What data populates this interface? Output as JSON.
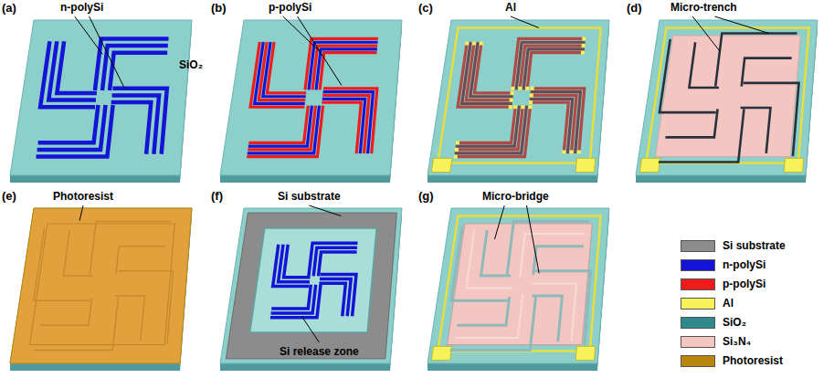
{
  "diagram": {
    "labels": [
      "(a)",
      "n-polySi",
      "SiO₂",
      "(b)",
      "p-polySi",
      "(c)",
      "Al",
      "(d)",
      "Micro-trench",
      "(e)",
      "Photoresist",
      "(f)",
      "Si substrate",
      "Si release zone",
      "(g)",
      "Micro-bridge"
    ],
    "legend": [
      {
        "text": "Si substrate",
        "color": "#8c8c8c"
      },
      {
        "text": "n-polySi",
        "color": "#1414d6"
      },
      {
        "text": "p-polySi",
        "color": "#f01c1c"
      },
      {
        "text": "Al",
        "color": "#f7f25a"
      },
      {
        "text": "SiO₂",
        "color": "#2f8a8e"
      },
      {
        "text": "Si₃N₄",
        "color": "#f4c6c2"
      },
      {
        "text": "Photoresist",
        "color": "#b8860b"
      }
    ]
  }
}
